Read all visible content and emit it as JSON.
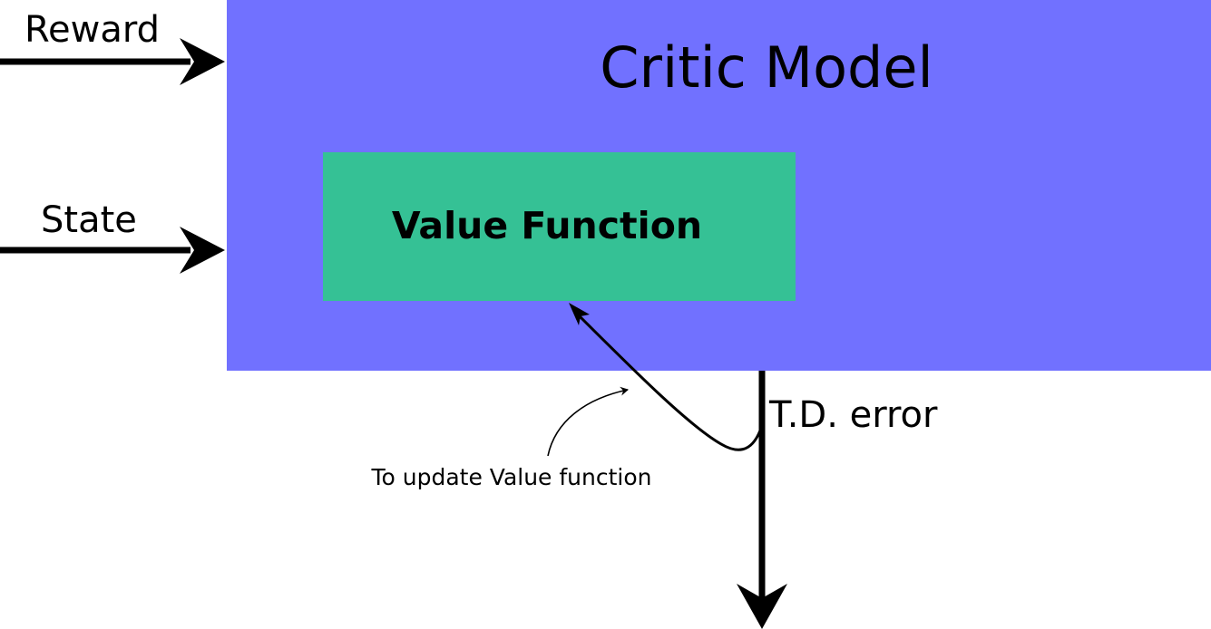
{
  "diagram": {
    "critic_model": {
      "title": "Critic Model",
      "fill": "#7171ff"
    },
    "value_function": {
      "label": "Value Function",
      "fill": "#35c195"
    },
    "inputs": [
      {
        "id": "reward",
        "label": "Reward"
      },
      {
        "id": "state",
        "label": "State"
      }
    ],
    "output": {
      "label": "T.D. error"
    },
    "feedback": {
      "annotation": "To update Value function"
    },
    "line_color": "#000000"
  }
}
